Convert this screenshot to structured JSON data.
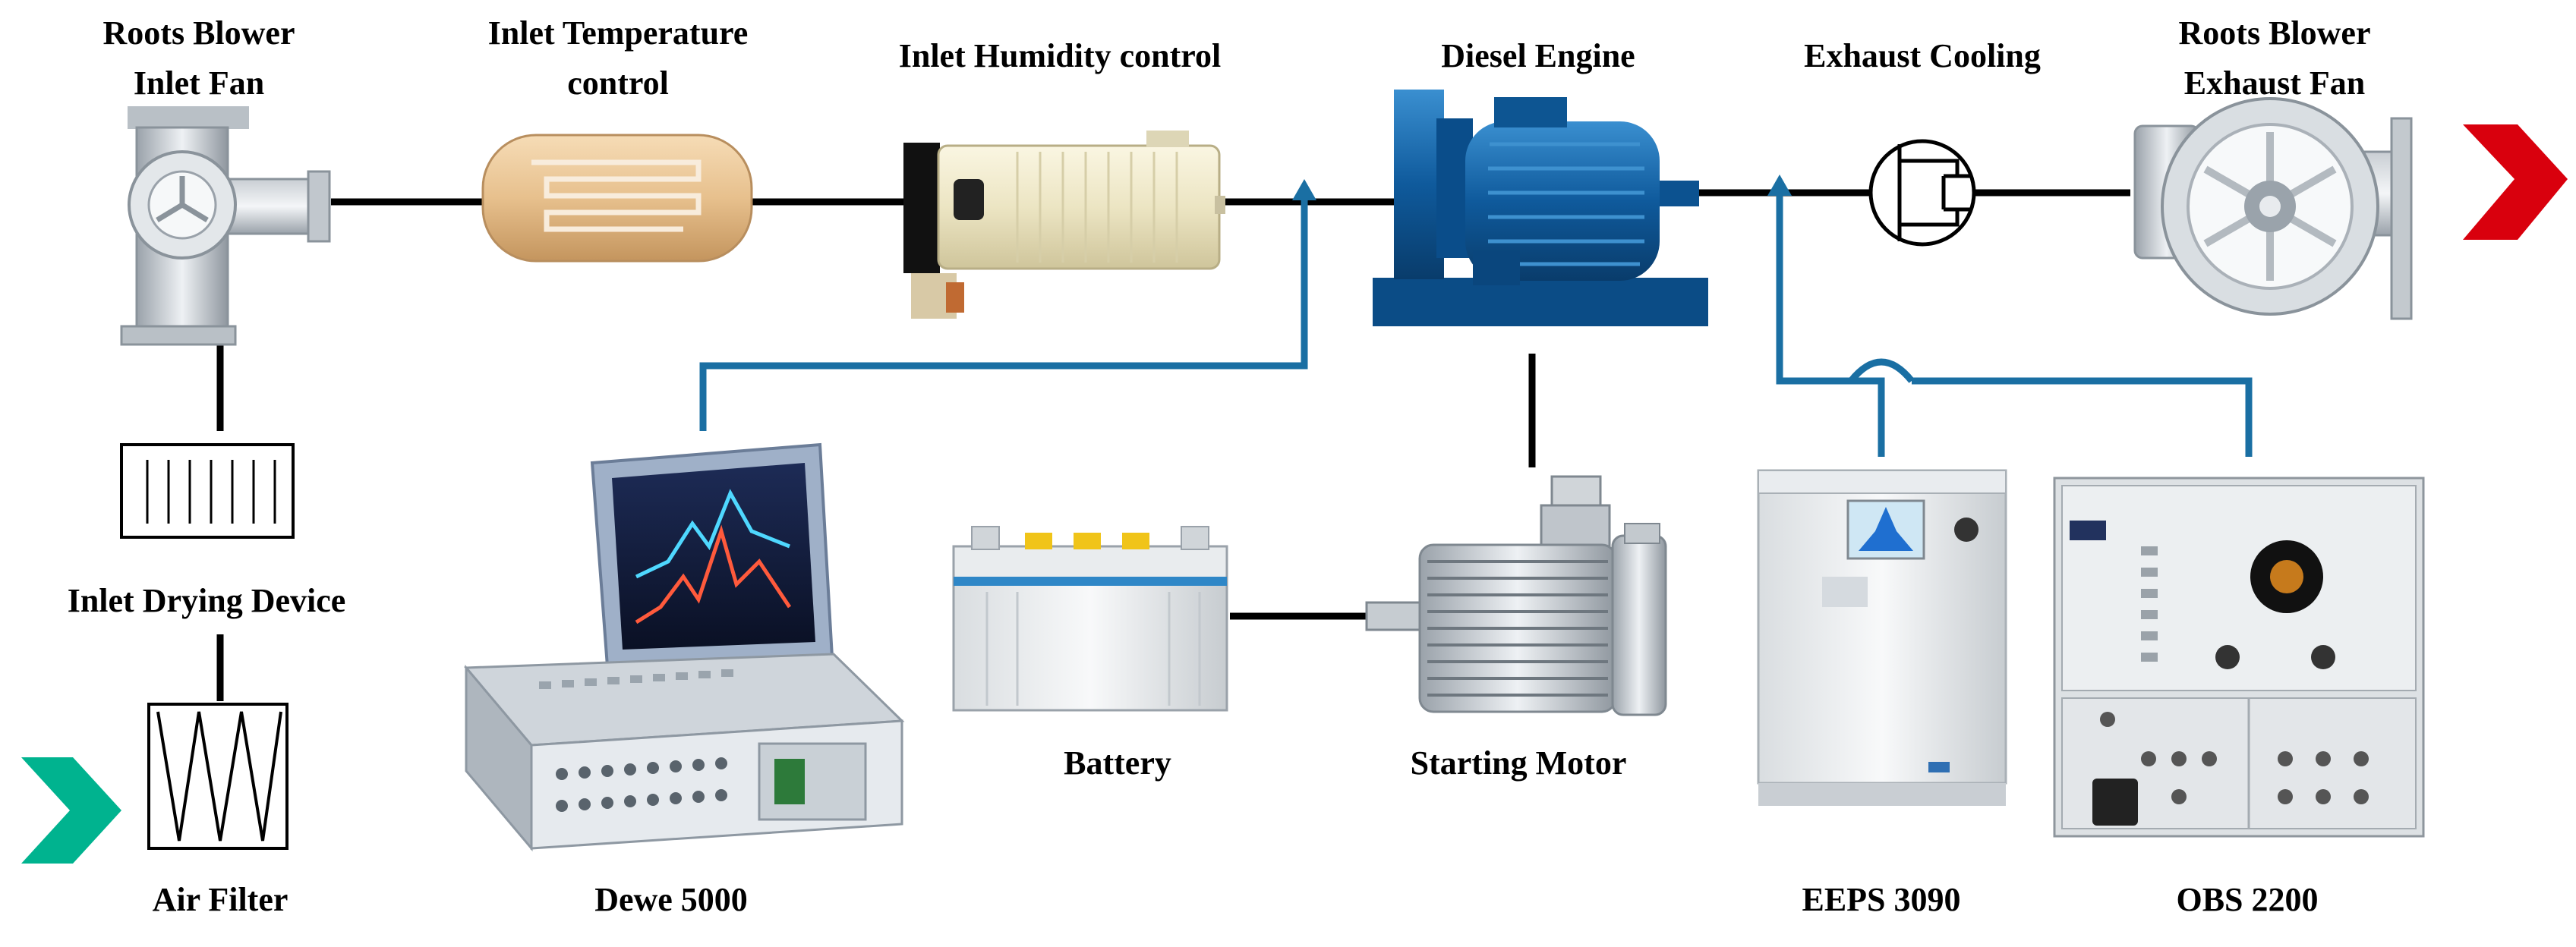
{
  "components": {
    "roots_blower_inlet": {
      "line1": "Roots Blower",
      "line2": "Inlet Fan"
    },
    "inlet_temperature": {
      "line1": "Inlet Temperature",
      "line2": "control"
    },
    "inlet_humidity": {
      "label": "Inlet Humidity control"
    },
    "diesel_engine": {
      "label": "Diesel Engine"
    },
    "exhaust_cooling": {
      "label": "Exhaust Cooling"
    },
    "roots_blower_exhaust": {
      "line1": "Roots Blower",
      "line2": "Exhaust Fan"
    },
    "inlet_drying": {
      "label": "Inlet Drying Device"
    },
    "air_filter": {
      "label": "Air Filter"
    },
    "dewe": {
      "label": "Dewe 5000"
    },
    "battery": {
      "label": "Battery"
    },
    "starting_motor": {
      "label": "Starting Motor"
    },
    "eeps": {
      "label": "EEPS 3090"
    },
    "obs": {
      "label": "OBS 2200"
    }
  },
  "colors": {
    "line_black": "#000000",
    "line_blue": "#1a6fa3",
    "arrow_in": "#00b38f",
    "arrow_out": "#d9000d",
    "engine_blue": "#0f5a9c",
    "heater_tan": "#e7c08d"
  },
  "icons": [
    "roots-blower-inlet-icon",
    "heater-icon",
    "humidifier-icon",
    "diesel-engine-icon",
    "exhaust-cooler-icon",
    "roots-blower-exhaust-icon",
    "drying-device-icon",
    "air-filter-icon",
    "dewe-daq-icon",
    "battery-icon",
    "starting-motor-icon",
    "eeps-analyzer-icon",
    "obs-analyzer-icon",
    "inlet-arrow-icon",
    "outlet-arrow-icon"
  ]
}
